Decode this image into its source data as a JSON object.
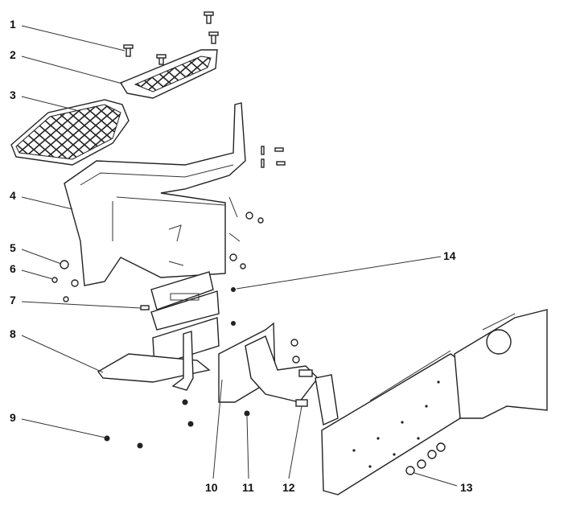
{
  "diagram": {
    "type": "exploded-parts-view",
    "callouts": [
      {
        "number": "1"
      },
      {
        "number": "2"
      },
      {
        "number": "3"
      },
      {
        "number": "4"
      },
      {
        "number": "5"
      },
      {
        "number": "6"
      },
      {
        "number": "7"
      },
      {
        "number": "8"
      },
      {
        "number": "9"
      },
      {
        "number": "10"
      },
      {
        "number": "11"
      },
      {
        "number": "12"
      },
      {
        "number": "13"
      },
      {
        "number": "14"
      }
    ]
  }
}
